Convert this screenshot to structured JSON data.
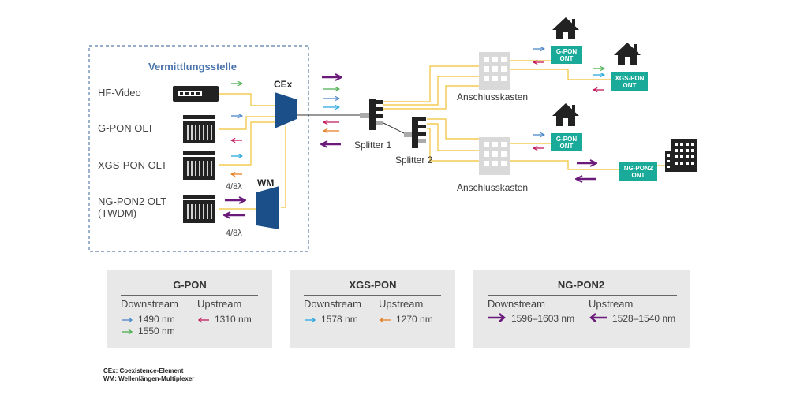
{
  "exchange": {
    "title": "Vermittlungsstelle",
    "devices": [
      "HF-Video",
      "G-PON OLT",
      "XGS-PON OLT",
      "NG-PON2 OLT",
      "(TWDM)"
    ],
    "cex": "CEx",
    "wm": "WM",
    "lambda_top": "4/8λ",
    "lambda_bottom": "4/8λ"
  },
  "network": {
    "splitter1": "Splitter 1",
    "splitter2": "Splitter 2",
    "cabinet_top": "Anschlusskasten",
    "cabinet_bottom": "Anschlusskasten",
    "ont_gpon_1": [
      "G-PON",
      "ONT"
    ],
    "ont_xgs": [
      "XGS-PON",
      "ONT"
    ],
    "ont_gpon_2": [
      "G-PON",
      "ONT"
    ],
    "ont_ngpon2": [
      "NG-PON2",
      "ONT"
    ]
  },
  "colors": {
    "border": "#5b7ea8",
    "title": "#4a74ad",
    "fiber": "#f1c232",
    "gpon_down": "#4a86c8",
    "video": "#4caf50",
    "upstream": "#c2185b",
    "xgs_down": "#29a8e0",
    "xgs_up": "#e67e22",
    "ngpon2": "#6a1b7a",
    "ont": "#1aaa9a"
  },
  "legend": {
    "gpon": {
      "title": "G-PON",
      "downstream": "Downstream",
      "upstream": "Upstream",
      "down1": "1490 nm",
      "down2": "1550 nm",
      "up1": "1310 nm"
    },
    "xgs": {
      "title": "XGS-PON",
      "downstream": "Downstream",
      "upstream": "Upstream",
      "down1": "1578 nm",
      "up1": "1270 nm"
    },
    "ngpon2": {
      "title": "NG-PON2",
      "downstream": "Downstream",
      "upstream": "Upstream",
      "down1": "1596–1603 nm",
      "up1": "1528–1540 nm"
    }
  },
  "footnotes": [
    "CEx: Coexistence-Element",
    "WM: Wellenlängen-Multiplexer"
  ]
}
